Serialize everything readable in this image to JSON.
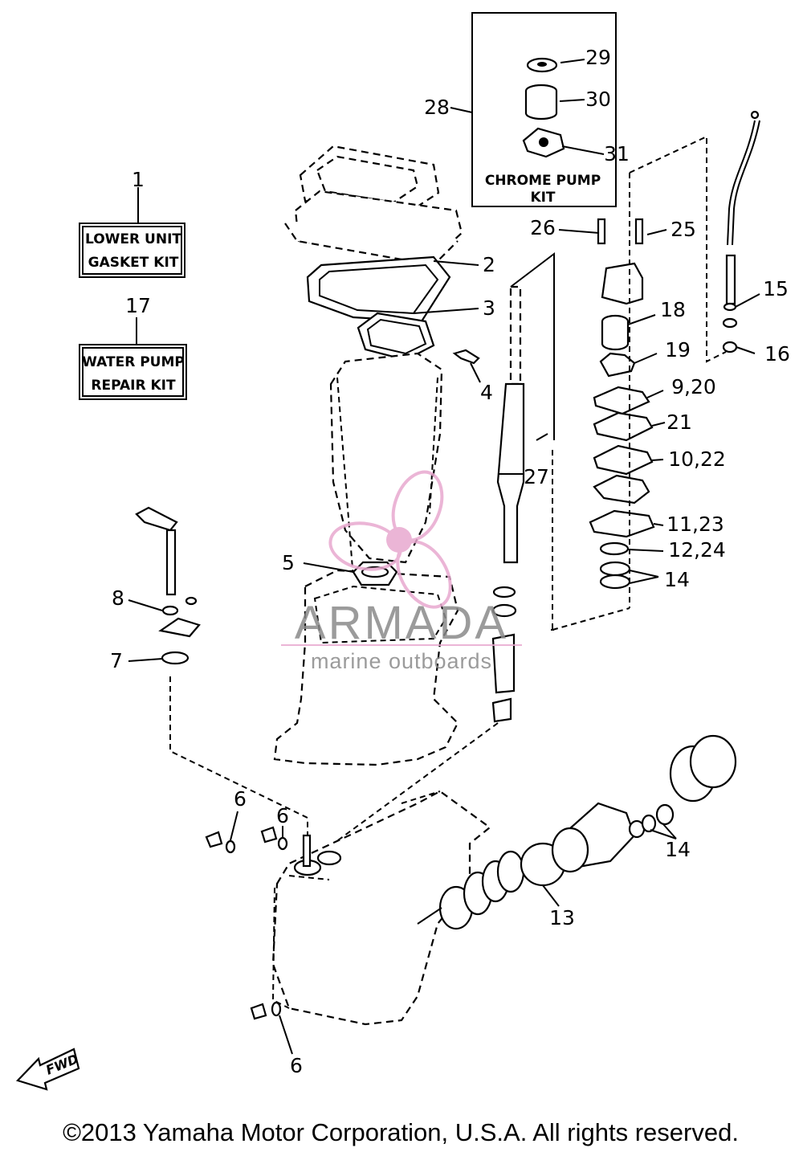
{
  "kits": [
    {
      "number": "1",
      "line1": "LOWER UNIT",
      "line2": "GASKET KIT"
    },
    {
      "number": "17",
      "line1": "WATER PUMP",
      "line2": "REPAIR KIT"
    }
  ],
  "chrome_kit": {
    "number": "28",
    "line1": "CHROME PUMP",
    "line2": "KIT"
  },
  "callouts": {
    "c2": "2",
    "c3": "3",
    "c4": "4",
    "c5": "5",
    "c6a": "6",
    "c6b": "6",
    "c6c": "6",
    "c7": "7",
    "c8": "8",
    "c9_20": "9,20",
    "c10_22": "10,22",
    "c11_23": "11,23",
    "c12_24": "12,24",
    "c13": "13",
    "c14a": "14",
    "c14b": "14",
    "c15": "15",
    "c16": "16",
    "c18": "18",
    "c19": "19",
    "c21": "21",
    "c25": "25",
    "c26": "26",
    "c27": "27",
    "c29": "29",
    "c30": "30",
    "c31": "31"
  },
  "fwd_label": "FWD",
  "watermark": {
    "brand": "ARMADA",
    "tagline": "marine outboards",
    "accent": "#e8a9cf"
  },
  "copyright": "©2013 Yamaha Motor Corporation, U.S.A. All rights reserved."
}
